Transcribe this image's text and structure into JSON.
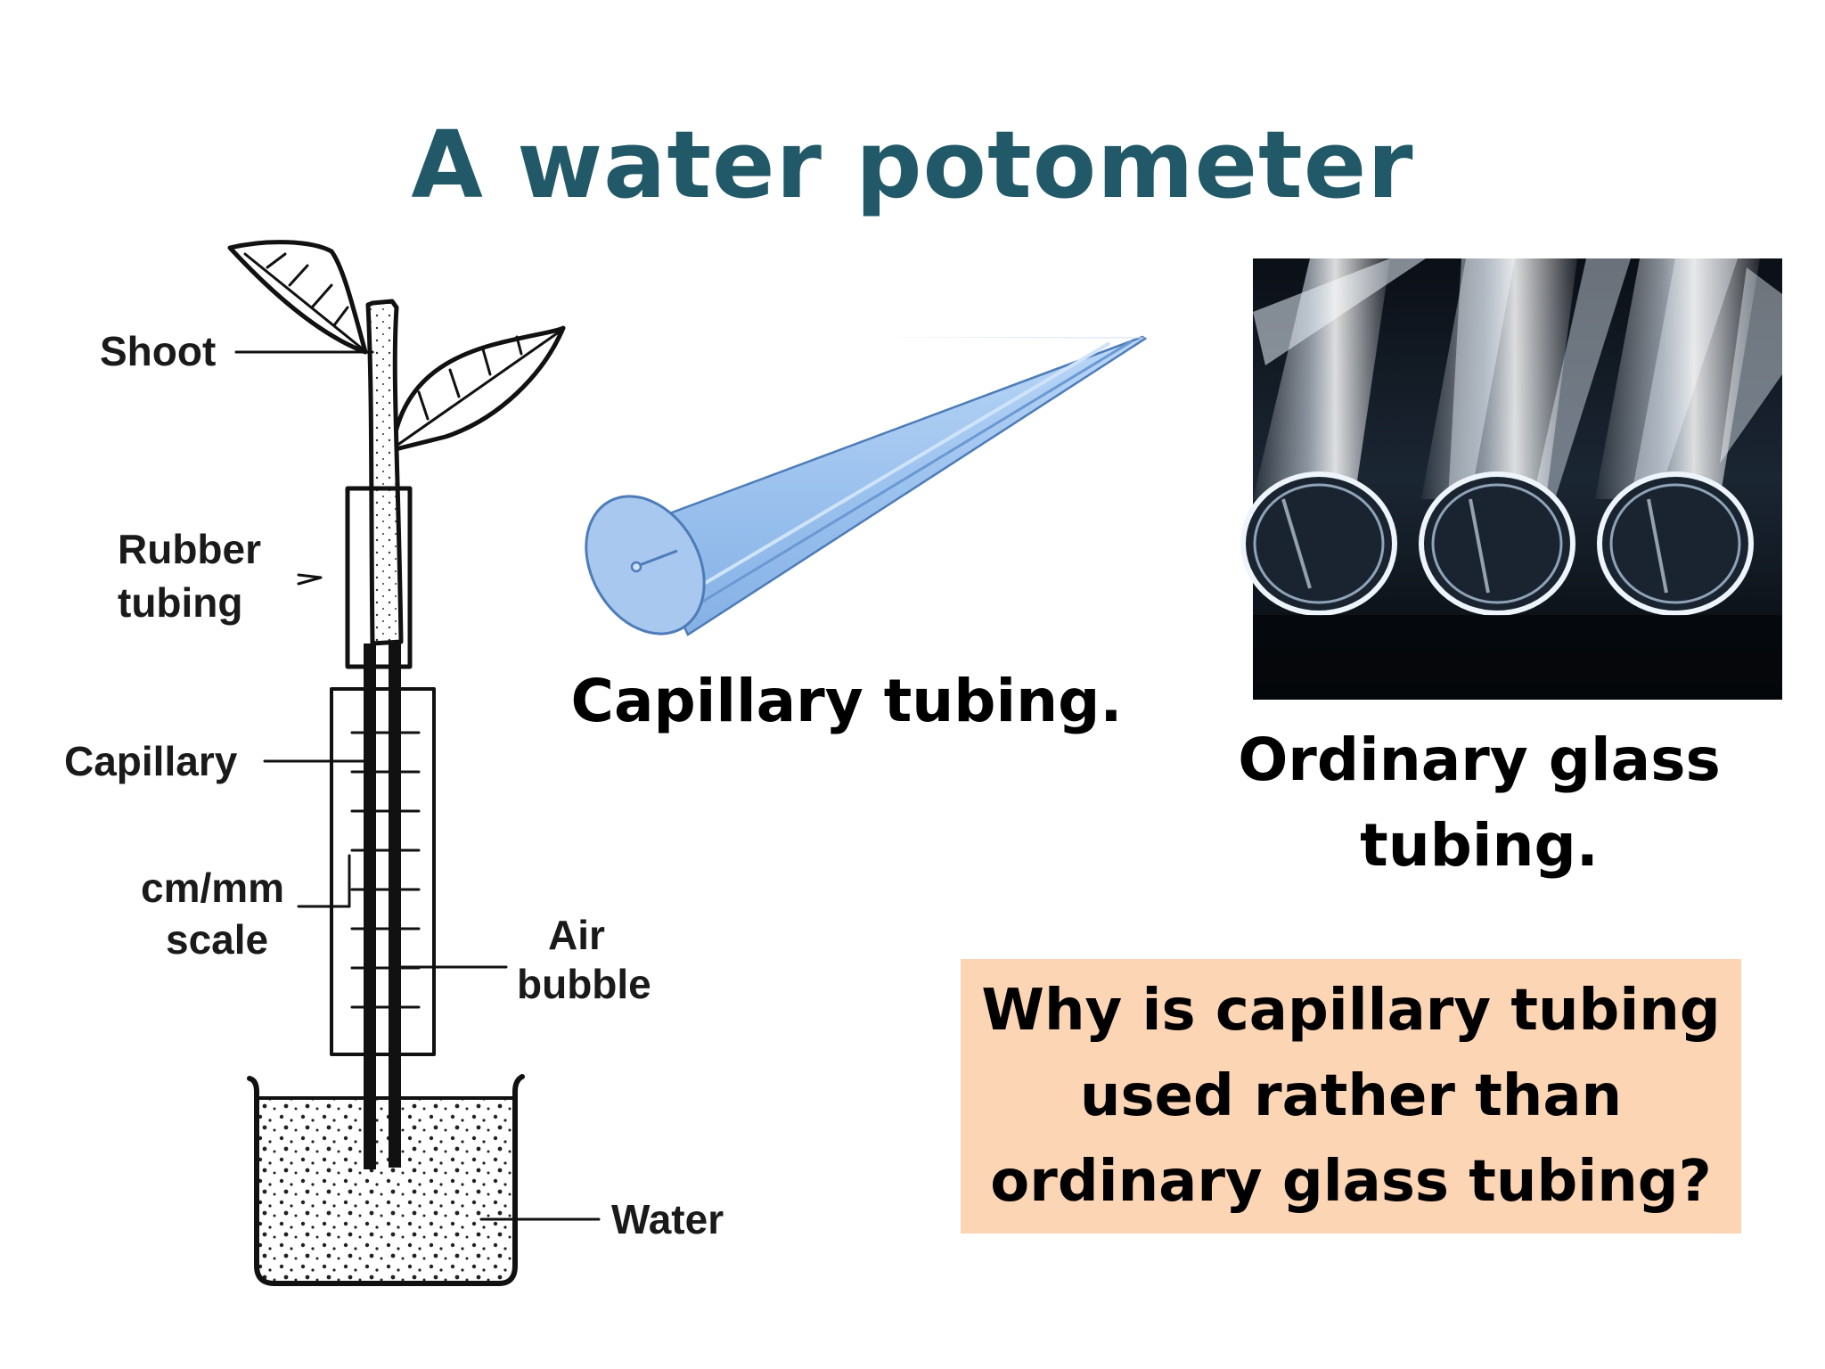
{
  "title": "A water potometer",
  "diagram": {
    "labels": {
      "shoot": "Shoot",
      "rubber_1": "Rubber",
      "rubber_2": "tubing",
      "capillary": "Capillary",
      "scale_1": "cm/mm",
      "scale_2": "scale",
      "air_1": "Air",
      "air_2": "bubble",
      "water": "Water"
    }
  },
  "capillary_caption": "Capillary tubing.",
  "glass_caption": [
    "Ordinary glass",
    "tubing."
  ],
  "question": [
    "Why is capillary tubing",
    "used rather than",
    "ordinary glass tubing?"
  ],
  "colors": {
    "title": "#215968",
    "question_box": "#fcd5b5",
    "capillary_tube": "#9dc3ef"
  }
}
